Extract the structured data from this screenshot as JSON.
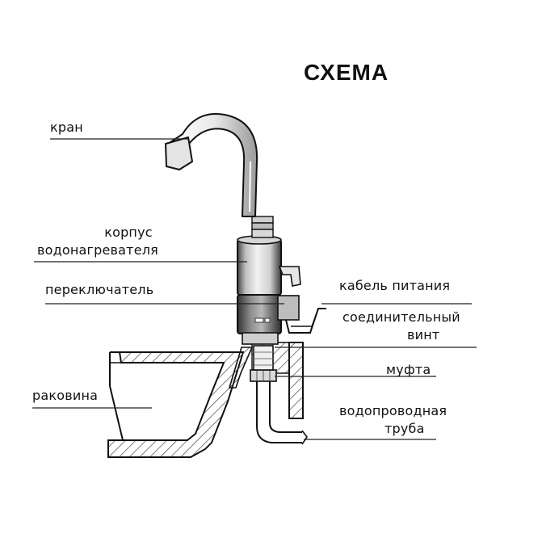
{
  "title": "СХЕМА",
  "labels": {
    "kran": "кран",
    "korpus_line1": "корпус",
    "korpus_line2": "водонагревателя",
    "pereklyuchatel": "переключатель",
    "kabel": "кабель питания",
    "vint_line1": "соединительный",
    "vint_line2": "винт",
    "mufta": "муфта",
    "rakovina": "раковина",
    "truba_line1": "водопроводная",
    "truba_line2": "труба"
  },
  "colors": {
    "ink": "#111111",
    "heater_light": "#e6e6e6",
    "heater_dark": "#555555",
    "hatch": "#444444"
  }
}
